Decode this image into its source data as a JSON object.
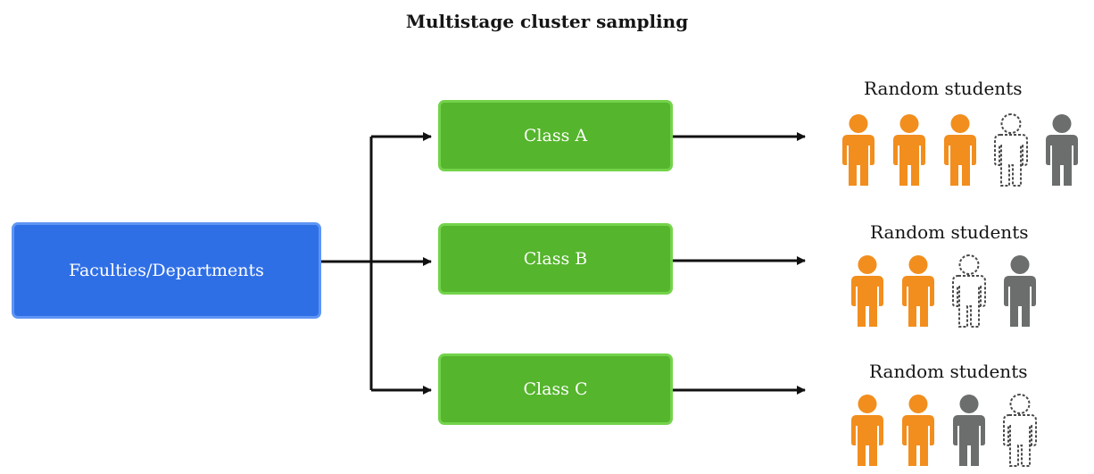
{
  "title": "Multistage cluster sampling",
  "source_box": {
    "label": "Faculties/Departments",
    "color": "#2f6fe6"
  },
  "classes": [
    {
      "label": "Class A"
    },
    {
      "label": "Class B"
    },
    {
      "label": "Class C"
    }
  ],
  "class_color": "#55b52c",
  "groups": [
    {
      "label": "Random students",
      "people": [
        "selected",
        "selected",
        "selected",
        "outline",
        "not-selected"
      ]
    },
    {
      "label": "Random students",
      "people": [
        "selected",
        "selected",
        "outline",
        "not-selected"
      ]
    },
    {
      "label": "Random students",
      "people": [
        "selected",
        "selected",
        "not-selected",
        "outline"
      ]
    }
  ],
  "colors": {
    "selected": "#f28e1e",
    "not_selected": "#6b6e6d",
    "outline": "#4a4a4a",
    "arrow": "#111111"
  }
}
